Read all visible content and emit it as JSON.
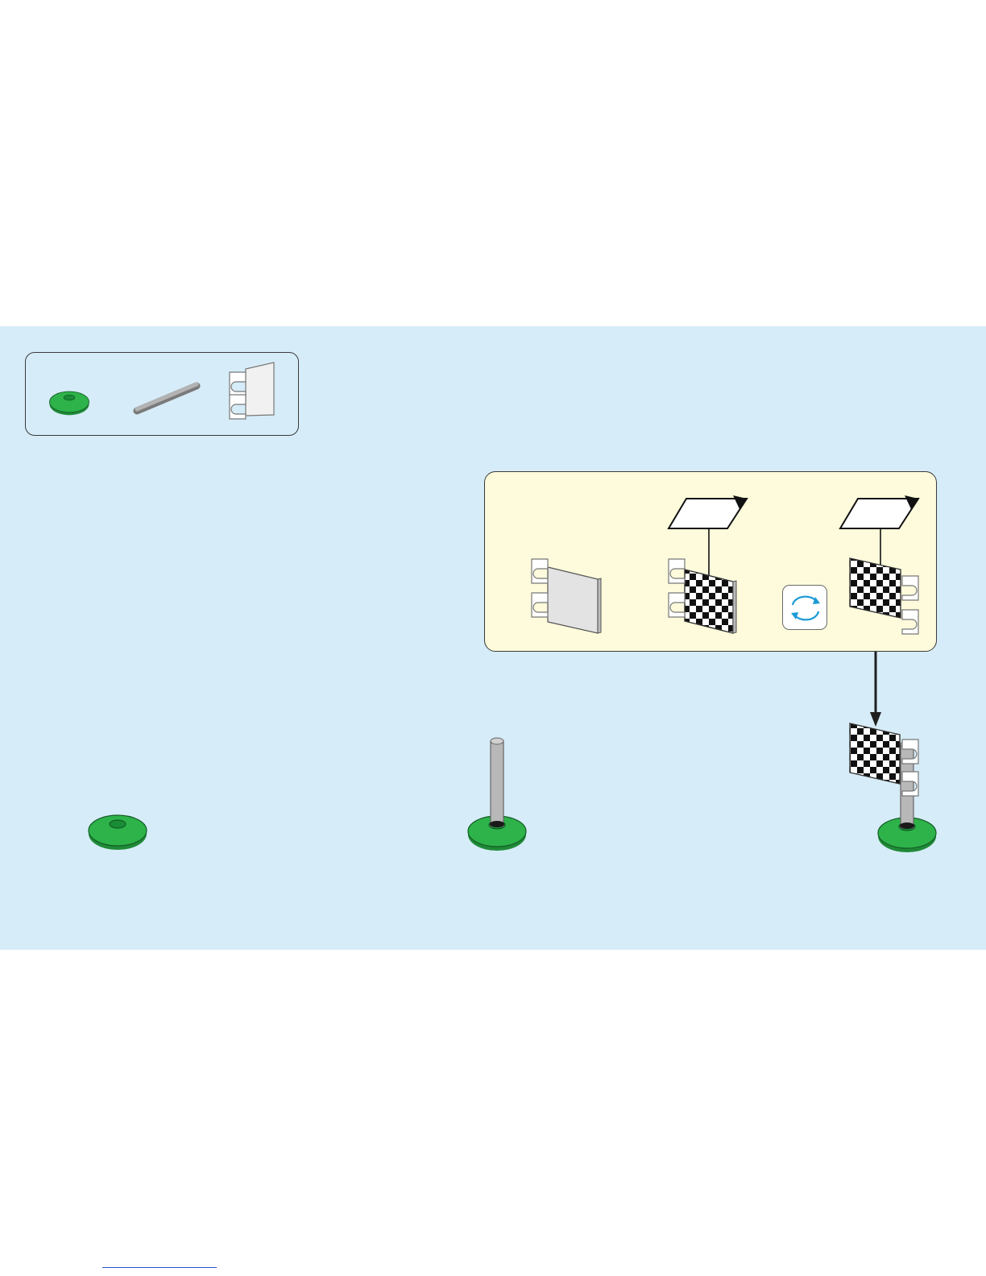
{
  "instruction_page": {
    "background_color": "#d6ecf8",
    "callout_color": "#fdfbdc",
    "plate_color": "#2db34a",
    "bar_color": "#a9a9a9",
    "flag_color": "#ffffff",
    "arrow_color": "#1f1f1f",
    "rotate_icon_color": "#1a9ad6",
    "parts_list": [
      "round-plate-icon",
      "bar-icon",
      "flag-icon"
    ],
    "sub_assembly_steps": [
      "blank-flag-icon",
      "checkered-flag-front-icon",
      "rotate-icon",
      "checkered-flag-back-icon"
    ],
    "build_steps": [
      "step-plate",
      "step-plate-with-bar",
      "step-finished-flag"
    ]
  }
}
